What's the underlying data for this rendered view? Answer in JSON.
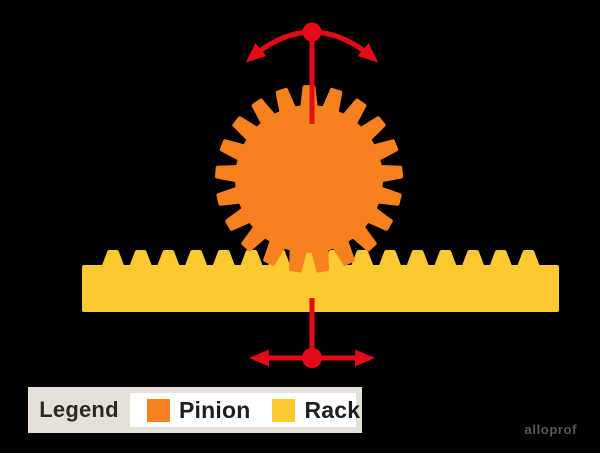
{
  "legend": {
    "title": "Legend",
    "items": [
      {
        "label": "Pinion",
        "color": "#F8811F"
      },
      {
        "label": "Rack",
        "color": "#FDC932"
      }
    ]
  },
  "watermark": "alloprof",
  "colors": {
    "background": "#000000",
    "pinion": "#F8811F",
    "rack": "#FDC932",
    "arrow": "#E30B17",
    "legend_panel": "#E6E1D8",
    "legend_text": "#2B2926",
    "item_text": "#1E1E1E",
    "watermark_text": "#59595B"
  }
}
